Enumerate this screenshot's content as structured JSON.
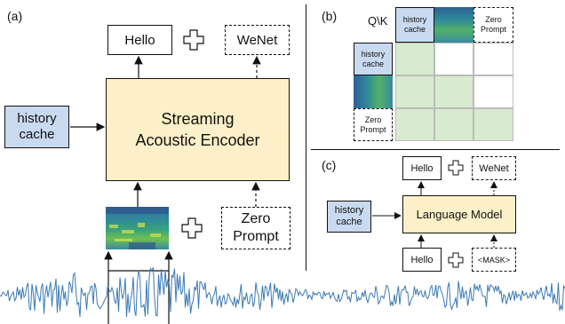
{
  "panel_a": {
    "label": "(a)",
    "output_text": "Hello",
    "output_tag": "WeNet",
    "history_cache": "history cache",
    "encoder": "Streaming Acoustic Encoder",
    "zero_prompt": "Zero Prompt"
  },
  "panel_b": {
    "label": "(b)",
    "qk": "Q\\K",
    "col_history": "history cache",
    "col_zero": "Zero Prompt",
    "row_history": "history cache",
    "row_zero": "Zero Prompt"
  },
  "panel_c": {
    "label": "(c)",
    "output_text": "Hello",
    "output_tag": "WeNet",
    "history_cache": "history cache",
    "model": "Language Model",
    "input_text": "Hello",
    "mask": "<MASK>"
  },
  "colors": {
    "blue": "#c9daf0",
    "yellow": "#fdf0c8",
    "green": "#d8ebcf",
    "wave": "#3a79b5"
  }
}
